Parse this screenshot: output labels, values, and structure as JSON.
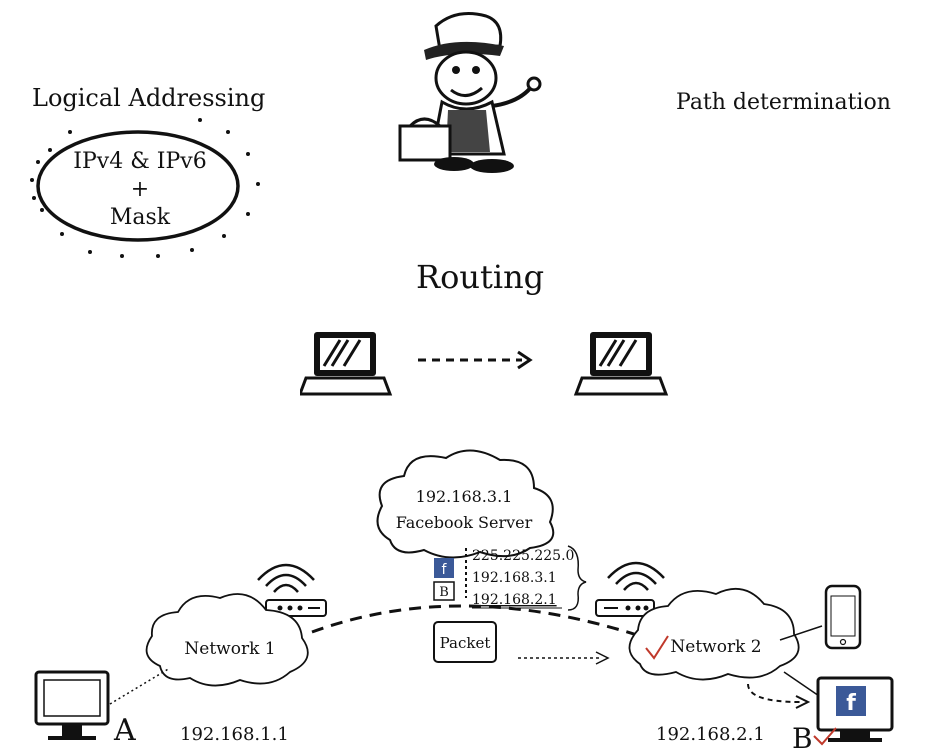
{
  "header": {
    "logical_addressing": "Logical Addressing",
    "path_determination": "Path determination"
  },
  "ellipse": {
    "line1": "IPv4 & IPv6",
    "line2": "+",
    "line3": "Mask"
  },
  "routing": {
    "title": "Routing"
  },
  "network": {
    "server_ip": "192.168.3.1",
    "server_label": "Facebook Server",
    "packet_lines": [
      "225.225.225.0",
      "192.168.3.1",
      "192.168.2.1"
    ],
    "packet_icons": [
      "f",
      "B"
    ],
    "packet_label": "Packet",
    "network1_label": "Network 1",
    "network2_label": "Network 2",
    "host_a_label": "A",
    "host_a_ip": "192.168.1.1",
    "host_b_label": "B",
    "host_b_ip": "192.168.2.1",
    "monitor_b_icon": "f"
  },
  "colors": {
    "facebook_blue": "#3b5998",
    "check_red": "#c0392b",
    "ink": "#111111"
  }
}
